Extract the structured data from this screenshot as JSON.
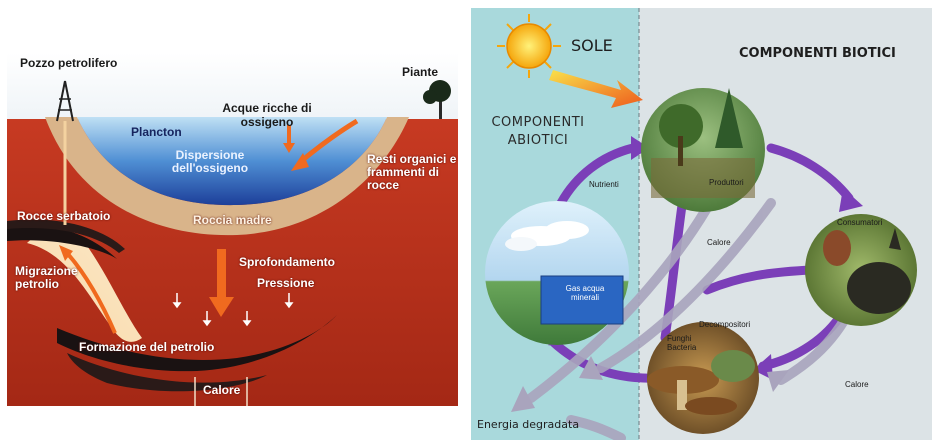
{
  "oil_panel": {
    "labels": {
      "pozzo": "Pozzo petrolifero",
      "piante": "Piante",
      "acque": "Acque ricche di ossigeno",
      "plancton": "Plancton",
      "dispersione": "Dispersione dell'ossigeno",
      "resti": "Resti organici e frammenti di rocce",
      "rocce_serbatoio": "Rocce serbatoio",
      "roccia_madre": "Roccia madre",
      "sprofondamento": "Sprofondamento",
      "migrazione": "Migrazione petrolio",
      "pressione": "Pressione",
      "formazione": "Formazione del petrolio",
      "calore": "Calore"
    },
    "colors": {
      "rock": "#b8321c",
      "water": "#3a78c4",
      "oil": "#1a1212",
      "sediment": "#d9b48a",
      "arrow": "#f06a1f"
    }
  },
  "eco_panel": {
    "labels": {
      "sole": "SOLE",
      "biotici": "COMPONENTI BIOTICI",
      "abiotici": "COMPONENTI ABIOTICI",
      "nutrienti": "Nutrienti",
      "produttori": "Produttori",
      "consumatori": "Consumatori",
      "calore1": "Calore",
      "calore2": "Calore",
      "decompositori": "Decompositori",
      "funghi": "Funghi Bacteria",
      "gas": "Gas acqua minerali",
      "energia": "Energia degradata"
    },
    "colors": {
      "abiotic_bg": "#a9d9dc",
      "biotic_bg": "#dce3e6",
      "cycle_arrow": "#7b3fb8",
      "energy_arrow": "#a9a4bd"
    }
  }
}
